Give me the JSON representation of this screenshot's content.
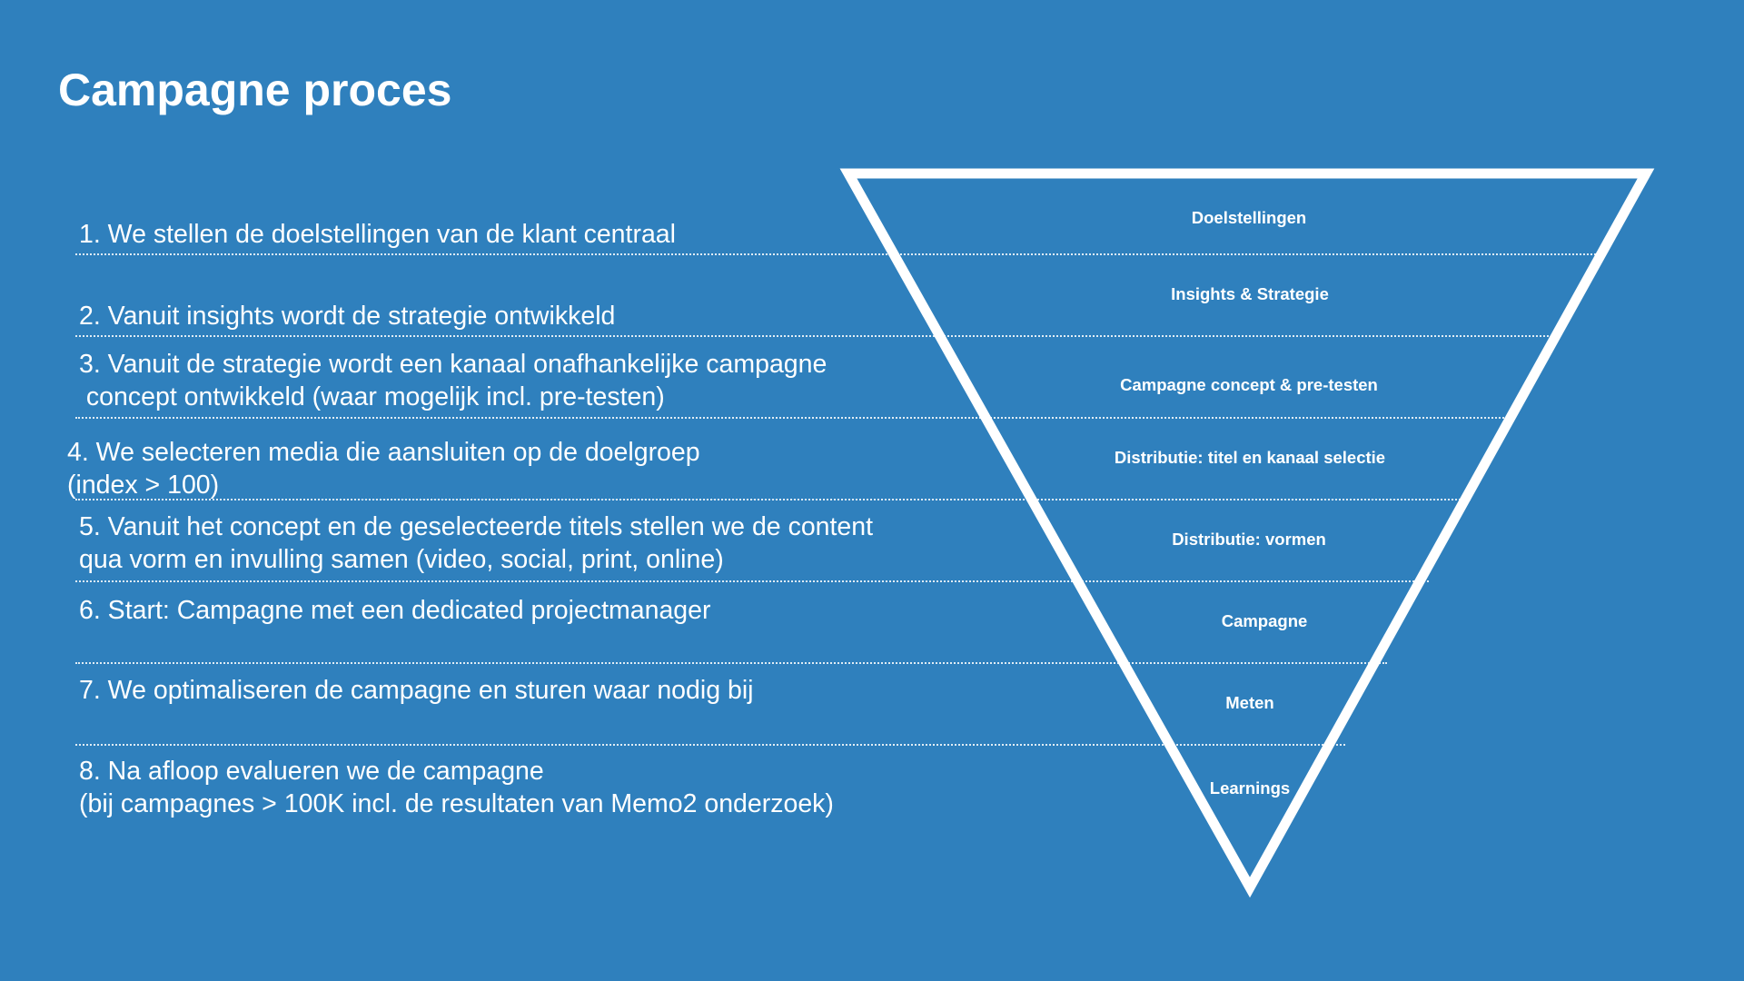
{
  "slide": {
    "title": "Campagne proces"
  },
  "steps": [
    {
      "lines": [
        "1. We stellen de doelstellingen van de klant centraal"
      ]
    },
    {
      "lines": [
        "2. Vanuit insights wordt de strategie ontwikkeld"
      ]
    },
    {
      "lines": [
        "3. Vanuit de strategie wordt een kanaal onafhankelijke campagne",
        " concept ontwikkeld (waar mogelijk incl. pre-testen)"
      ]
    },
    {
      "lines": [
        "4. We selecteren media die aansluiten op de doelgroep",
        "(index > 100)"
      ]
    },
    {
      "lines": [
        "5. Vanuit het concept en de geselecteerde titels stellen we de content",
        "qua vorm en invulling samen (video, social, print, online)"
      ]
    },
    {
      "lines": [
        "6. Start: Campagne met een dedicated projectmanager"
      ]
    },
    {
      "lines": [
        "7. We optimaliseren de campagne en sturen waar nodig bij"
      ]
    },
    {
      "lines": [
        "8. Na afloop evalueren we de campagne",
        "(bij campagnes > 100K incl. de resultaten van Memo2 onderzoek)"
      ]
    }
  ],
  "funnel_stages": [
    "Doelstellingen",
    "Insights & Strategie",
    "Campagne concept & pre-testen",
    "Distributie: titel en kanaal selectie",
    "Distributie: vormen",
    "Campagne",
    "Meten",
    "Learnings"
  ],
  "colors": {
    "background": "#2f80bd",
    "foreground": "#ffffff"
  }
}
